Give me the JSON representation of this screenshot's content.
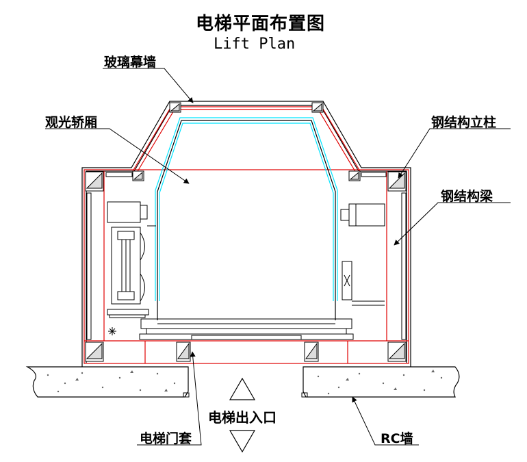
{
  "title": {
    "cn": "电梯平面布置图",
    "en": "Lift Plan"
  },
  "labels": {
    "glass_curtain_wall": "玻璃幕墙",
    "sightseeing_car": "观光轿厢",
    "steel_column": "钢结构立柱",
    "steel_beam": "钢结构梁",
    "entrance": "电梯出入口",
    "door_frame": "电梯门套",
    "rc_wall": "RC墙"
  },
  "colors": {
    "structure": "#e00000",
    "car_glass": "#00e5ff",
    "linework": "#000000",
    "concrete_fill": "#ffffff"
  },
  "icons": {
    "entrance_up": "triangle-up-icon",
    "entrance_down": "triangle-down-icon"
  }
}
